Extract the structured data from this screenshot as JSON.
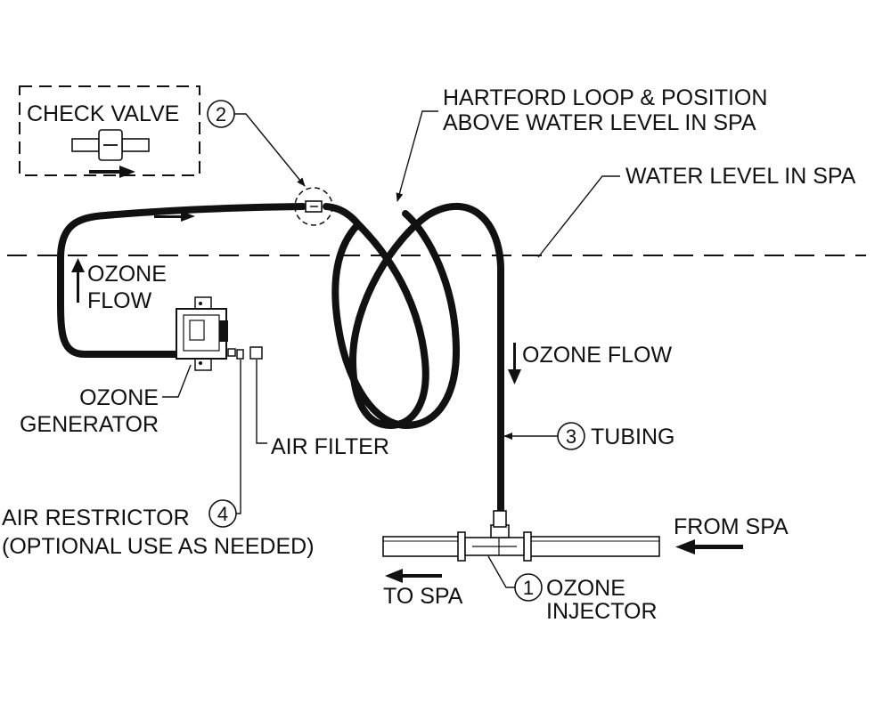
{
  "labels": {
    "check_valve": "CHECK VALVE",
    "hartford_line1": "HARTFORD LOOP & POSITION",
    "hartford_line2": "ABOVE WATER LEVEL IN SPA",
    "water_level": "WATER LEVEL IN SPA",
    "ozone_flow_left_line1": "OZONE",
    "ozone_flow_left_line2": "FLOW",
    "ozone_flow_right": "OZONE FLOW",
    "ozone_generator_line1": "OZONE",
    "ozone_generator_line2": "GENERATOR",
    "air_filter": "AIR FILTER",
    "tubing": "TUBING",
    "air_restrictor_line1": "AIR RESTRICTOR",
    "air_restrictor_line2": "(OPTIONAL USE AS NEEDED)",
    "from_spa": "FROM SPA",
    "to_spa": "TO SPA",
    "ozone_injector_line1": "OZONE",
    "ozone_injector_line2": "INJECTOR"
  },
  "callouts": {
    "injector": "1",
    "check_valve": "2",
    "tubing": "3",
    "air_restrictor": "4"
  }
}
